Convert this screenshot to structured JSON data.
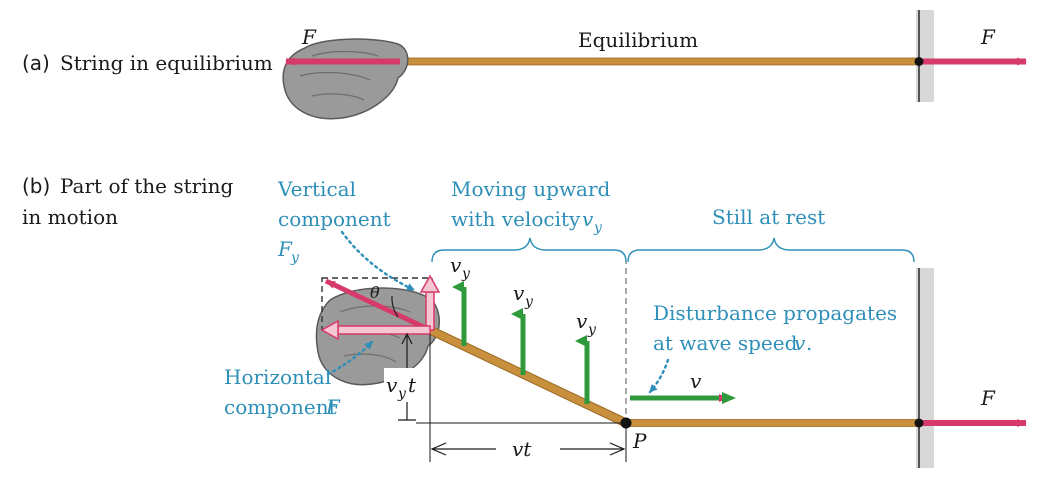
{
  "panel_a": {
    "tag": "(a)",
    "title": "String in equilibrium",
    "center_label": "Equilibrium",
    "force_left": "F",
    "force_right": "F"
  },
  "panel_b": {
    "tag": "(b)",
    "title_line1": "Part of the string",
    "title_line2": "in motion",
    "vertical": {
      "line1": "Vertical",
      "line2": "component",
      "sym": "F",
      "sub": "y"
    },
    "horizontal": {
      "line1": "Horizontal",
      "line2": "component",
      "sym": "F"
    },
    "moving": {
      "line1": "Moving upward",
      "line2": "with velocity",
      "sym": "v",
      "sub": "y"
    },
    "still": "Still at rest",
    "disturbance": {
      "line1": "Disturbance propagates",
      "line2": "at wave speed",
      "sym": "v",
      "tail": "."
    },
    "vy_sym": "v",
    "vy_sub": "y",
    "vyt_t": "t",
    "v_label": "v",
    "vt_label": "vt",
    "theta": "θ",
    "point": "P",
    "force_right": "F"
  },
  "colors": {
    "force": "#d63a6a",
    "velocity": "#2f9a3c",
    "string": "#c8903c",
    "annotation": "#2e8fb8"
  }
}
